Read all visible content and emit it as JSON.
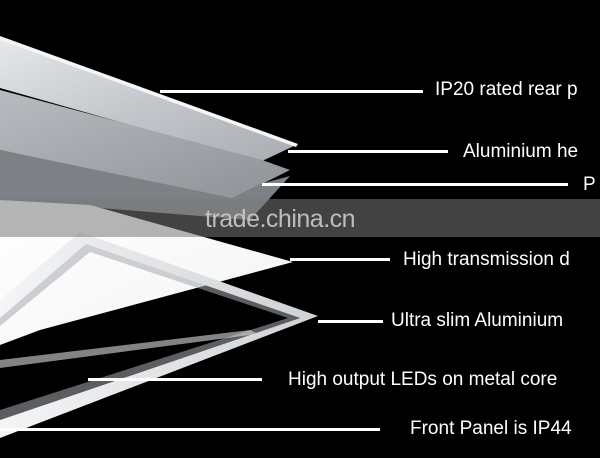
{
  "colors": {
    "background": "#000000",
    "text": "#ffffff",
    "rear_panel": "#c9cdd1",
    "heat_sink": "#9a9ea2",
    "pcb": "#7b7f83",
    "diffuser": "#ffffff",
    "frame": "#e4e6e8"
  },
  "watermark": {
    "text": "trade.china.cn"
  },
  "callouts": [
    {
      "label": "IP20 rated rear p"
    },
    {
      "label": "Aluminium he"
    },
    {
      "label": "P"
    },
    {
      "label": "High transmission d"
    },
    {
      "label": "Ultra slim Aluminium"
    },
    {
      "label": "High output LEDs on metal core"
    },
    {
      "label": "Front Panel is IP44"
    }
  ]
}
